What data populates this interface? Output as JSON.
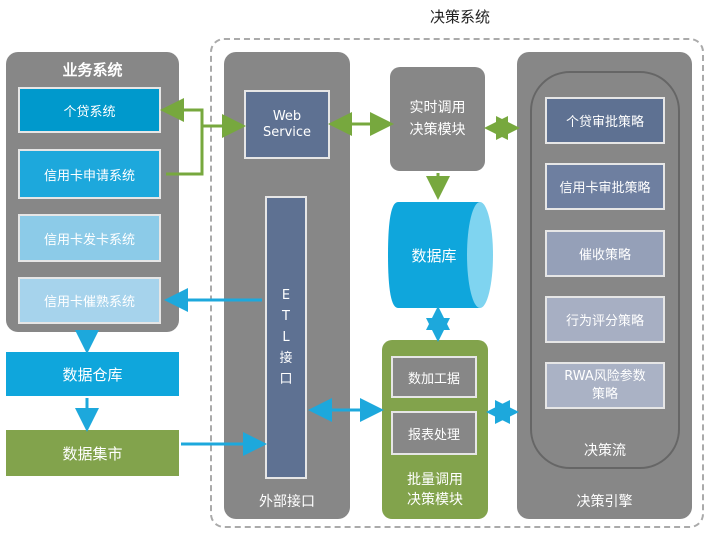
{
  "title": "决策系统",
  "business": {
    "title": "业务系统",
    "items": [
      "个贷系统",
      "信用卡申请系统",
      "信用卡发卡系统",
      "信用卡催熟系统"
    ]
  },
  "warehouse": "数据仓库",
  "datamart": "数据集市",
  "external": {
    "label": "外部接口",
    "web_service": "Web\nService",
    "etl": "E\nT\nL\n接\n口"
  },
  "realtime": "实时调用\n决策模块",
  "database": "数据库",
  "batch": {
    "label": "批量调用\n决策模块",
    "items": [
      "数加工据",
      "报表处理"
    ]
  },
  "engine": {
    "label": "决策引擎",
    "flow_label": "决策流",
    "strategies": [
      "个贷审批策略",
      "信用卡审批策略",
      "催收策略",
      "行为评分策略",
      "RWA风险参数\n策略"
    ]
  },
  "colors": {
    "panel": "#878787",
    "dark_blue": "#0099cc",
    "light_blue": "#33bbe6",
    "pale_blue": "#8ccbe8",
    "slate": "#5e7192",
    "green": "#82a34c",
    "arrow_green": "#77a83e",
    "arrow_blue": "#1da8dc"
  }
}
